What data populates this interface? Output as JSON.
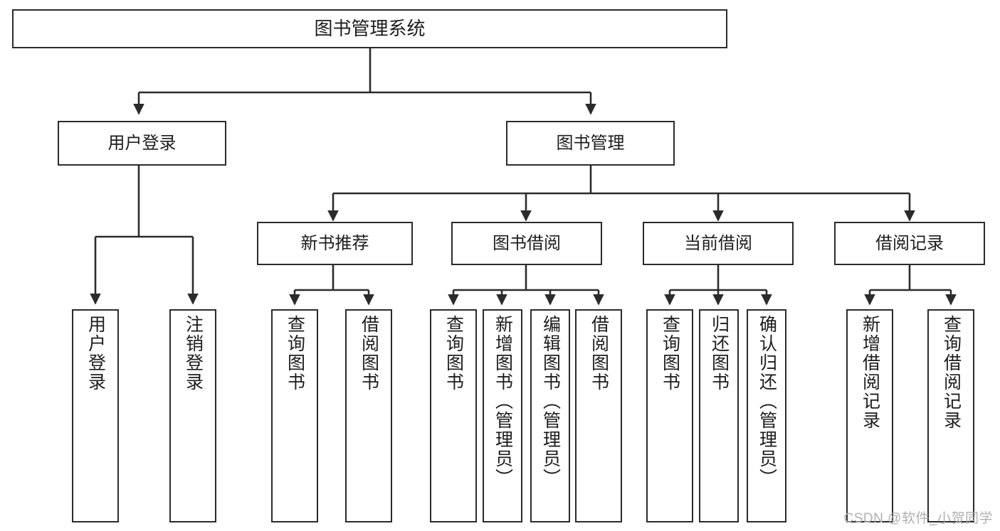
{
  "diagram": {
    "title": "图书管理系统",
    "type": "tree-hierarchy",
    "watermark": "CSDN @软件_小贺同学",
    "colors": {
      "border": "#2b2b2b",
      "fill": "#ffffff",
      "text": "#1d1d1d",
      "connector": "#2b2b2b",
      "watermark": "#b0b0b0"
    },
    "nodes": {
      "root": {
        "label": "图书管理系统"
      },
      "level1": [
        {
          "label": "用户登录"
        },
        {
          "label": "图书管理"
        }
      ],
      "level2": [
        {
          "label": "新书推荐"
        },
        {
          "label": "图书借阅"
        },
        {
          "label": "当前借阅"
        },
        {
          "label": "借阅记录"
        }
      ],
      "leaves": {
        "user_login": [
          {
            "label": "用户登录"
          },
          {
            "label": "注销登录"
          }
        ],
        "new_book": [
          {
            "label": "查询图书"
          },
          {
            "label": "借阅图书"
          }
        ],
        "borrow": [
          {
            "label": "查询图书"
          },
          {
            "label": "新增图书（管理员）"
          },
          {
            "label": "编辑图书（管理员）"
          },
          {
            "label": "借阅图书"
          }
        ],
        "current": [
          {
            "label": "查询图书"
          },
          {
            "label": "归还图书"
          },
          {
            "label": "确认归还（管理员）"
          }
        ],
        "records": [
          {
            "label": "新增借阅记录"
          },
          {
            "label": "查询借阅记录"
          }
        ]
      }
    }
  }
}
